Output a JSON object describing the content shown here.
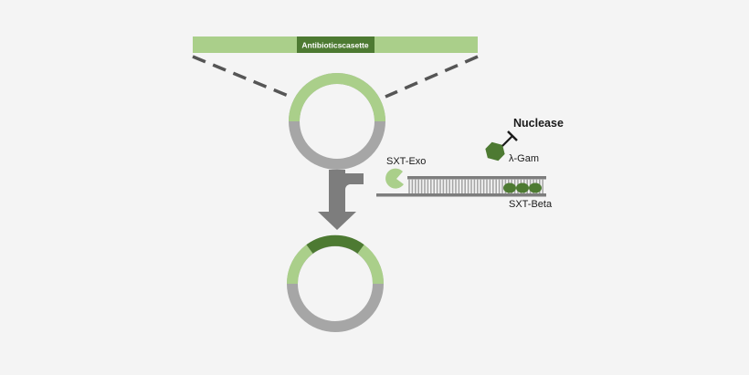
{
  "labels": {
    "cassette": "Antibioticscasette",
    "nuclease": "Nuclease",
    "gam": "λ-Gam",
    "exo": "SXT-Exo",
    "beta": "SXT-Beta"
  },
  "colors": {
    "background": "#f4f4f4",
    "light_green": "#aacf8a",
    "dark_green": "#4d7a32",
    "gray": "#a6a6a6",
    "dark_gray": "#7d7d7d",
    "dashed_line": "#555555",
    "black": "#1a1a1a"
  }
}
